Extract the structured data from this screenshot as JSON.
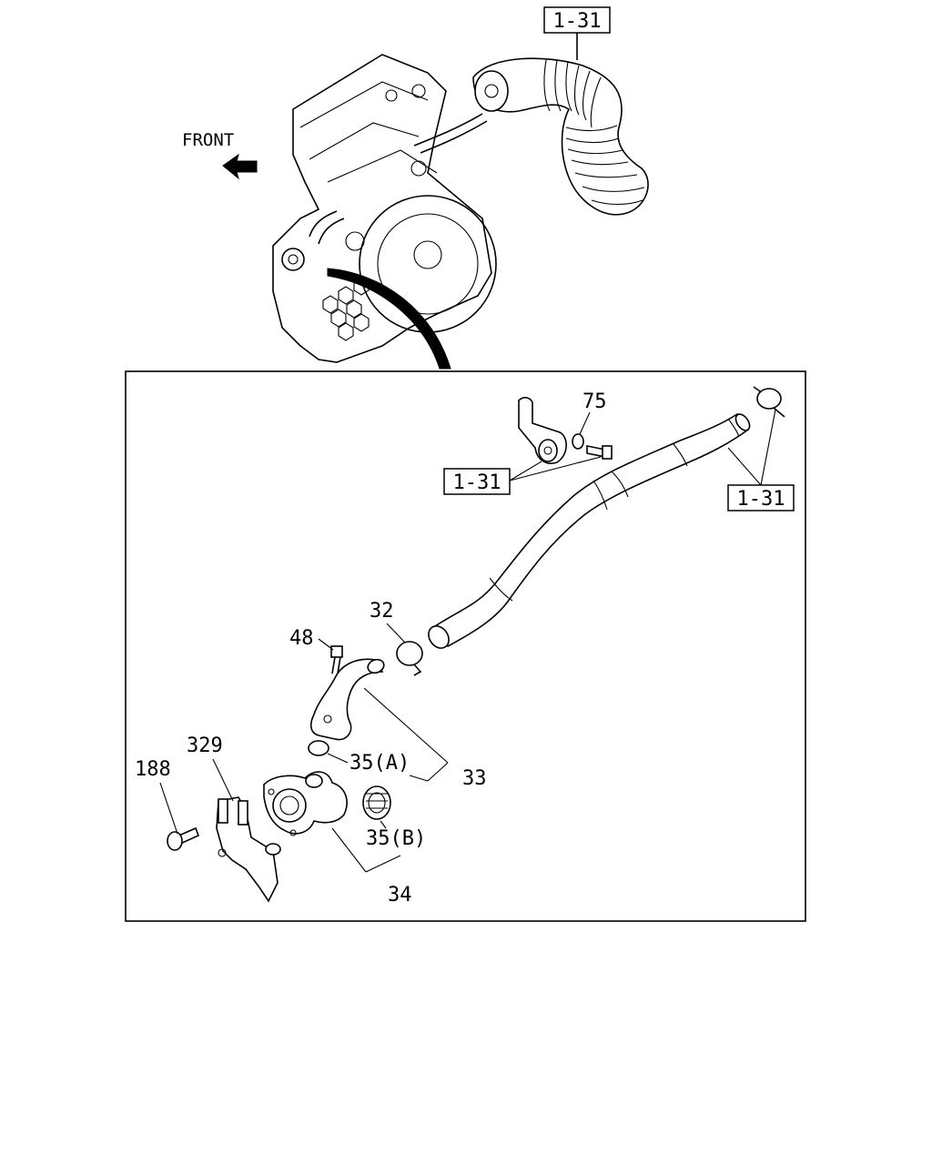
{
  "direction_label": "FRONT",
  "references": {
    "top": "1-31",
    "bracket": "1-31",
    "clip": "1-31"
  },
  "callouts": {
    "p75": "75",
    "p32": "32",
    "p48": "48",
    "p33": "33",
    "p35a": "35(A)",
    "p35b": "35(B)",
    "p329": "329",
    "p188": "188",
    "p34": "34"
  }
}
